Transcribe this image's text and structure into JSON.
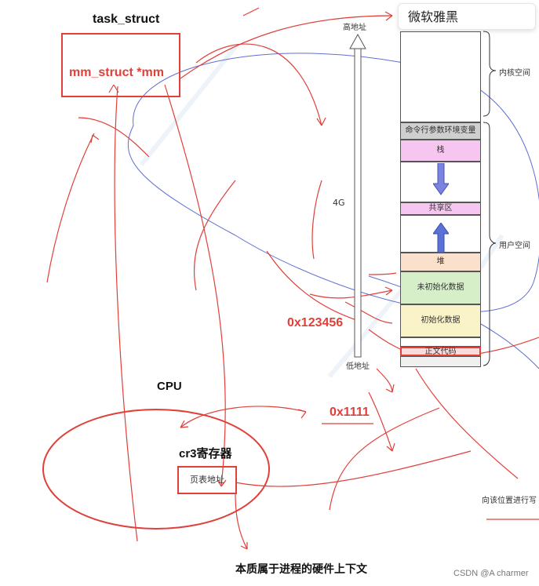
{
  "font_picker": {
    "value": "微软雅黑"
  },
  "task_struct": {
    "title": "task_struct",
    "field": "mm_struct *mm"
  },
  "cpu": {
    "label": "CPU",
    "register": "cr3寄存器",
    "page_table_address": "页表地址"
  },
  "address_axis": {
    "high_label": "高地址",
    "low_label": "低地址",
    "size_label": "4G"
  },
  "memory_layout": {
    "segments": [
      {
        "label": "命令行参数环境变量",
        "color": "#cfcfcf"
      },
      {
        "label": "栈",
        "color": "#f7c6f0"
      },
      {
        "label": "共享区",
        "color": "#f7c6f0"
      },
      {
        "label": "堆",
        "color": "#fbe0cc"
      },
      {
        "label": "未初始化数据",
        "color": "#d7efc8"
      },
      {
        "label": "初始化数据",
        "color": "#fbf3c8"
      },
      {
        "label": "正文代码",
        "color": "#fbdada"
      }
    ],
    "kernel_space_label": "内核空间",
    "user_space_label": "用户空间"
  },
  "annotations": {
    "address_1": "0x123456",
    "address_2": "0x1111",
    "write_note": "向该位置进行写"
  },
  "caption": "本质属于进程的硬件上下文",
  "credit": "CSDN @A  charmer"
}
